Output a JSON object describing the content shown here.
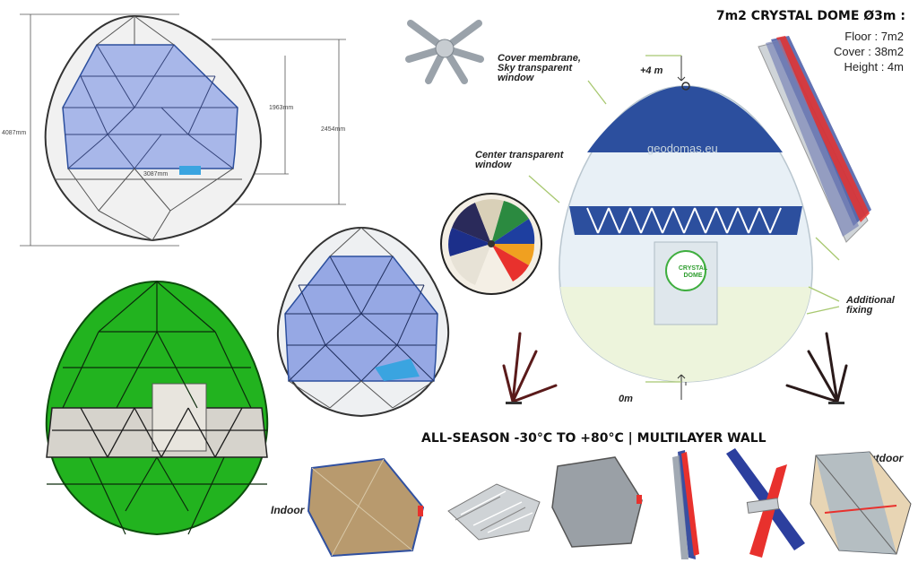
{
  "spec": {
    "title": "7m2 CRYSTAL DOME Ø3m  :",
    "floor": "Floor : 7m2",
    "cover": "Cover : 38m2",
    "height": "Height : 4m"
  },
  "dimensions": {
    "overall_height": "4087mm",
    "window_height": "1963mm",
    "upper_height": "2454mm",
    "width": "3087mm"
  },
  "callouts": {
    "cover_membrane": "Cover membrane,\nSky transparent\nwindow",
    "center_window": "Center transparent\nwindow",
    "additional_fixing": "Additional\nfixing",
    "top_level": "+4 m",
    "ground_level": "0m"
  },
  "watermark": "geodomas.eu",
  "logo_text": "CRYSTAL\nDOME",
  "banner": "ALL-SEASON -30°C TO +80°C | MULTILAYER WALL",
  "layers": {
    "indoor": "Indoor",
    "outdoor": "Outdoor"
  },
  "colors": {
    "frame_blue": "#2c4f9e",
    "glass_blue": "#8fa3e6",
    "panel_green": "#22b31f",
    "membrane_white": "#e8f0f6",
    "accent_red": "#e8312d"
  }
}
